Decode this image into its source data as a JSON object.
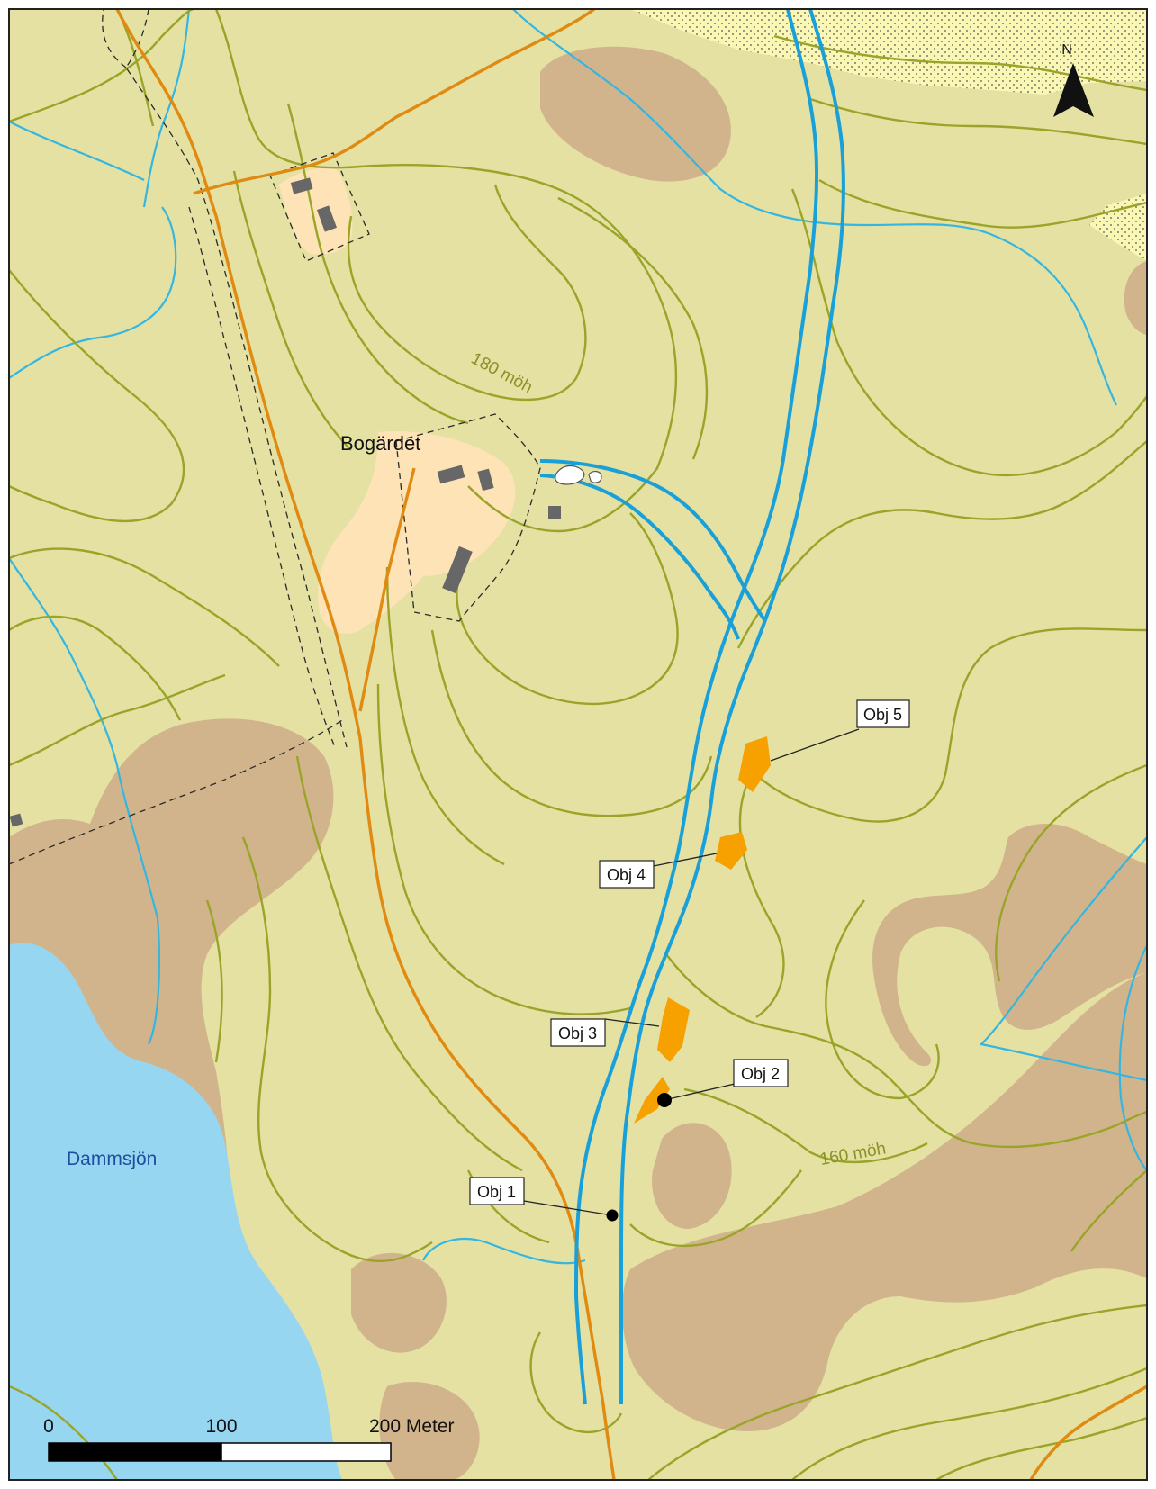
{
  "map": {
    "place_label": "Bogärdet",
    "lake_label": "Dammsjön",
    "contours": [
      {
        "label": "180 möh"
      },
      {
        "label": "160 möh"
      }
    ],
    "north_arrow": {
      "letter": "N",
      "icon": "north-arrow-icon"
    },
    "objects": [
      {
        "id": "obj1",
        "label": "Obj 1",
        "kind": "point"
      },
      {
        "id": "obj2",
        "label": "Obj 2",
        "kind": "point"
      },
      {
        "id": "obj3",
        "label": "Obj 3",
        "kind": "area"
      },
      {
        "id": "obj4",
        "label": "Obj 4",
        "kind": "area"
      },
      {
        "id": "obj5",
        "label": "Obj 5",
        "kind": "area"
      }
    ],
    "scale_bar": {
      "ticks": [
        "0",
        "100",
        "200 Meter"
      ],
      "values": [
        0,
        100,
        200
      ],
      "unit": "Meter"
    },
    "colors": {
      "background": "#e4e1a3",
      "bare_soil": "#d2b48c",
      "settlement": "#fde3b6",
      "lake": "#96d6f0",
      "river": "#1aa0d8",
      "stream": "#34b6e0",
      "contour": "#9aa428",
      "road": "#e08a12",
      "object_area": "#f6a100",
      "field_dotted": "#faf6b4"
    }
  }
}
